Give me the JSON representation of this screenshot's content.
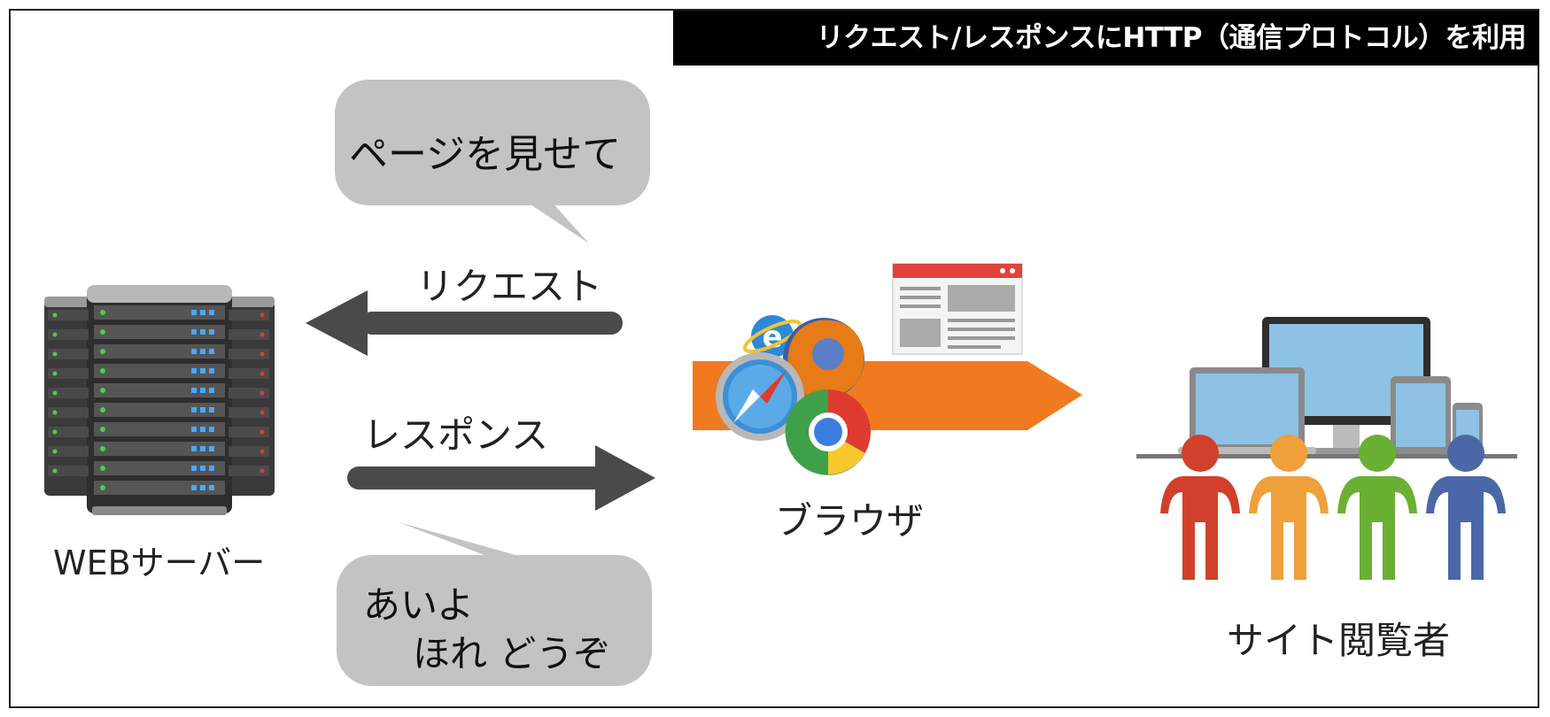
{
  "title": "リクエスト/レスポンスにHTTP（通信プロトコル）を利用",
  "server": {
    "label": "WEBサーバー"
  },
  "browser": {
    "label": "ブラウザ"
  },
  "viewers": {
    "label": "サイト閲覧者"
  },
  "request": {
    "label": "リクエスト",
    "bubble": "ページを見せて"
  },
  "response": {
    "label": "レスポンス",
    "bubble_line1": "あいよ",
    "bubble_line2": "ほれ どうぞ"
  },
  "colors": {
    "arrow": "#4a4a4a",
    "bubble": "#c3c3c3",
    "browser_arrow": "#f07a20",
    "person_red": "#d0402a",
    "person_orange": "#f0a03a",
    "person_green": "#6ab033",
    "person_blue": "#4a68a8"
  }
}
